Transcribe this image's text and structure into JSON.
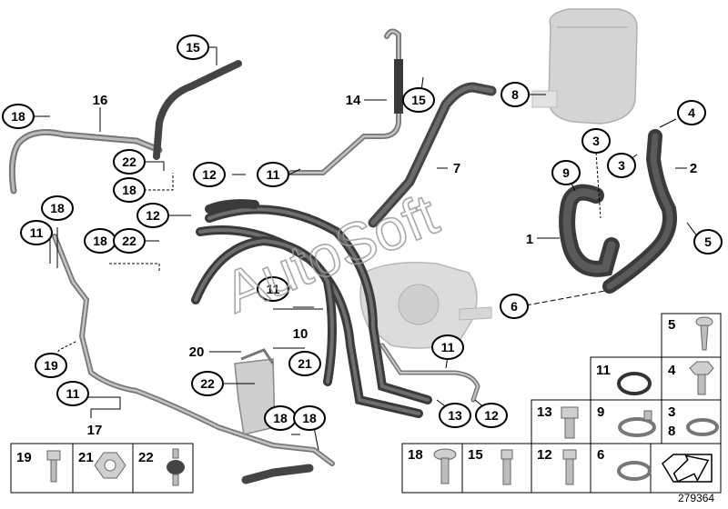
{
  "diagram": {
    "watermark": "AutoSoft",
    "reference_number": "279364",
    "callouts": [
      {
        "id": "c15a",
        "label": "15"
      },
      {
        "id": "c16",
        "label": "16"
      },
      {
        "id": "c18a",
        "label": "18"
      },
      {
        "id": "c22a",
        "label": "22"
      },
      {
        "id": "c18b",
        "label": "18"
      },
      {
        "id": "c12a",
        "label": "12"
      },
      {
        "id": "c11a",
        "label": "11"
      },
      {
        "id": "c14",
        "label": "14"
      },
      {
        "id": "c15b",
        "label": "15"
      },
      {
        "id": "c8",
        "label": "8"
      },
      {
        "id": "c7",
        "label": "7"
      },
      {
        "id": "c3a",
        "label": "3"
      },
      {
        "id": "c3b",
        "label": "3"
      },
      {
        "id": "c4",
        "label": "4"
      },
      {
        "id": "c2",
        "label": "2"
      },
      {
        "id": "c9",
        "label": "9"
      },
      {
        "id": "c1",
        "label": "1"
      },
      {
        "id": "c5",
        "label": "5"
      },
      {
        "id": "c12b",
        "label": "12"
      },
      {
        "id": "c18c",
        "label": "18"
      },
      {
        "id": "c11b",
        "label": "11"
      },
      {
        "id": "c18d",
        "label": "18"
      },
      {
        "id": "c22b",
        "label": "22"
      },
      {
        "id": "c11c",
        "label": "11"
      },
      {
        "id": "c10",
        "label": "10"
      },
      {
        "id": "c6",
        "label": "6"
      },
      {
        "id": "c19",
        "label": "19"
      },
      {
        "id": "c20",
        "label": "20"
      },
      {
        "id": "c21",
        "label": "21"
      },
      {
        "id": "c22c",
        "label": "22"
      },
      {
        "id": "c11d",
        "label": "11"
      },
      {
        "id": "c11e",
        "label": "11"
      },
      {
        "id": "c17",
        "label": "17"
      },
      {
        "id": "c18e",
        "label": "18"
      },
      {
        "id": "c18f",
        "label": "18"
      },
      {
        "id": "c13",
        "label": "13"
      },
      {
        "id": "c12c",
        "label": "12"
      }
    ],
    "parts_legend": {
      "bottom_left": [
        "19",
        "21",
        "22"
      ],
      "right_column": [
        {
          "label": "5"
        },
        {
          "label": "11"
        },
        {
          "label": "4"
        },
        {
          "label": "13"
        },
        {
          "label": "9"
        },
        {
          "label": "3",
          "label2": "8"
        },
        {
          "label": "18"
        },
        {
          "label": "15"
        },
        {
          "label": "12"
        },
        {
          "label": "6"
        }
      ]
    }
  }
}
